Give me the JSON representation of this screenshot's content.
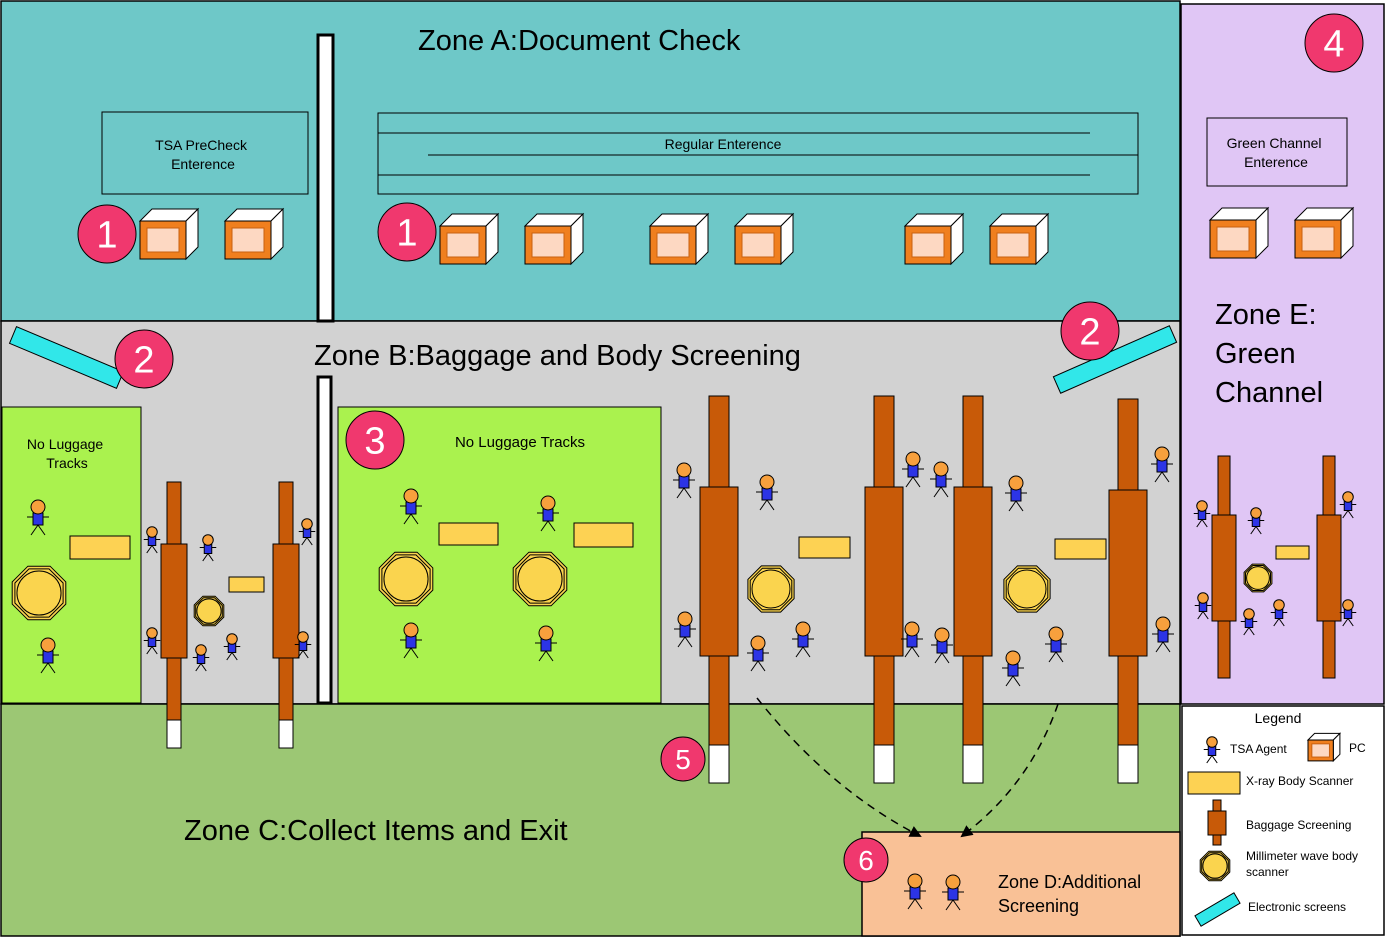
{
  "zones": {
    "a": {
      "title": "Zone A:Document Check",
      "color": "#6ec8c8"
    },
    "b": {
      "title": "Zone B:Baggage and Body Screening",
      "color": "#d2d2d2"
    },
    "c": {
      "title": "Zone C:Collect Items and Exit",
      "color": "#9cc774"
    },
    "d": {
      "title_line1": "Zone D:Additional",
      "title_line2": "Screening",
      "color": "#f9c196"
    },
    "e": {
      "title_line1": "Zone E:",
      "title_line2": "Green",
      "title_line3": "Channel",
      "color": "#e0c6f5"
    }
  },
  "entrances": {
    "precheck_line1": "TSA PreCheck",
    "precheck_line2": "Enterence",
    "regular": "Regular Enterence",
    "green_line1": "Green Channel",
    "green_line2": "Enterence"
  },
  "no_luggage": {
    "left_line1": "No Luggage",
    "left_line2": "Tracks",
    "center": "No Luggage Tracks",
    "color": "#aaf24e"
  },
  "markers": {
    "m1": "1",
    "m2": "2",
    "m3": "3",
    "m4": "4",
    "m5": "5",
    "m6": "6",
    "color": "#f0386e"
  },
  "legend": {
    "title": "Legend",
    "agent": "TSA Agent",
    "pc": "PC",
    "xray": "X-ray Body Scanner",
    "baggage": "Baggage Screening",
    "mmwave_line1": "Millimeter wave body",
    "mmwave_line2": "scanner",
    "screens": "Electronic screens"
  },
  "colors": {
    "pc": "#f07f1e",
    "pc_inner": "#fdd8c2",
    "xray": "#fdd253",
    "baggage": "#c85a08",
    "mmwave": "#fad44e",
    "screen": "#31e7e9",
    "agent_head": "#f7a03d",
    "agent_body": "#2c34e6"
  }
}
